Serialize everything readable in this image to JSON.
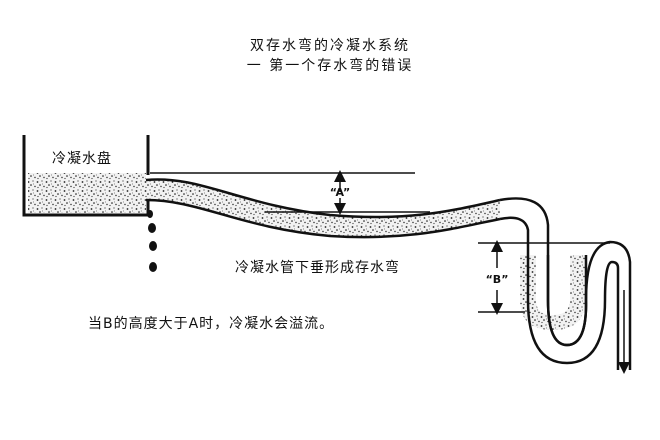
{
  "title": {
    "line1": "双存水弯的冷凝水系统",
    "line2": "一 第一个存水弯的错误"
  },
  "labels": {
    "drain_pan": "冷凝水盘",
    "dim_a": "“A”",
    "dim_b": "“B”",
    "sag_trap": "冷凝水管下垂形成存水弯",
    "note": "当B的高度大于A时，冷凝水会溢流。"
  }
}
